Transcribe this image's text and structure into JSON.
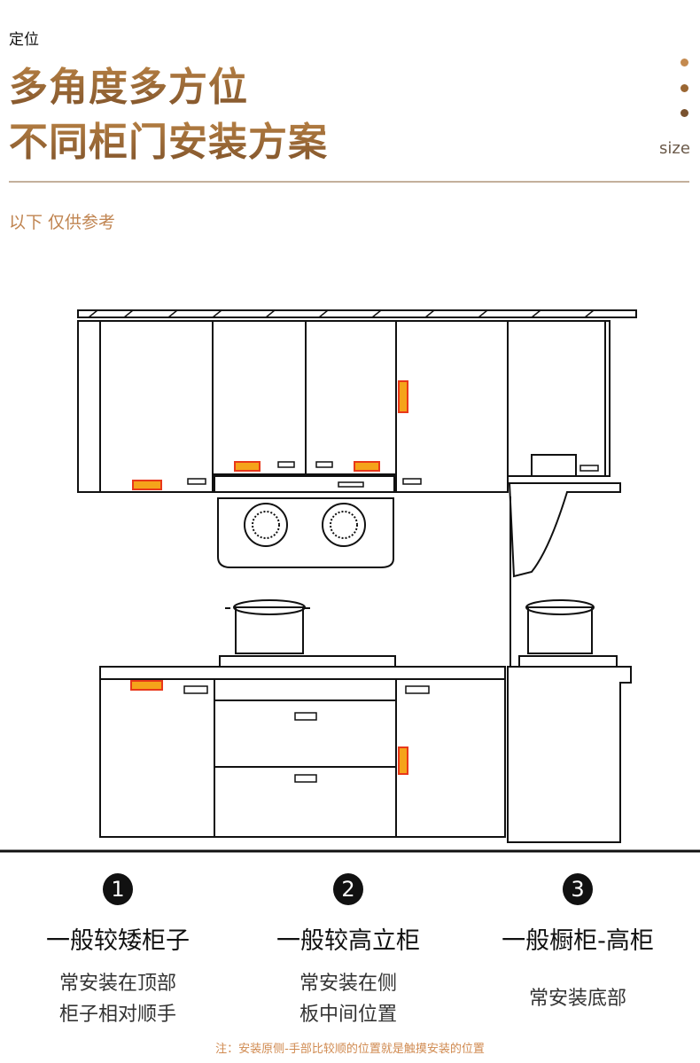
{
  "header": {
    "label": "定位",
    "title_line1": "多角度多方位",
    "title_line2": "不同柜门安装方案",
    "size_tag": "size",
    "subtitle": "以下 仅供参考"
  },
  "colors": {
    "accent": "#9a6632",
    "handle_fill": "#f5a31a",
    "handle_stroke": "#e8381a",
    "dots": [
      "#c48a4f",
      "#9a6632",
      "#7a5330"
    ]
  },
  "items": [
    {
      "number": "1",
      "title": "一般较矮柜子",
      "desc": [
        "常安装在顶部",
        "柜子相对顺手"
      ]
    },
    {
      "number": "2",
      "title": "一般较高立柜",
      "desc": [
        "常安装在侧",
        "板中间位置"
      ]
    },
    {
      "number": "3",
      "title": "一般橱柜-高柜",
      "desc": [
        "常安装底部"
      ]
    }
  ],
  "note": "注：安装原侧-手部比较顺的位置就是触摸安装的位置"
}
